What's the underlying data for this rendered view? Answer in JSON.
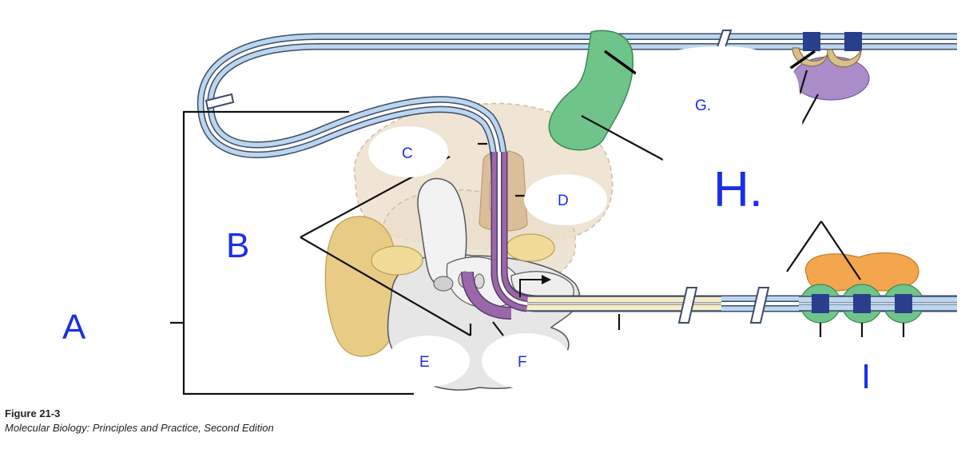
{
  "labels": {
    "A": "A",
    "B": "B",
    "C": "C",
    "D": "D",
    "E": "E",
    "F": "F",
    "G": "G.",
    "H": "H.",
    "I": "I"
  },
  "caption": {
    "title": "Figure 21-3",
    "source_italic": "Molecular Biology: Principles and Practice",
    "source_rest": ", Second Edition"
  },
  "colors": {
    "label_blue": "#1a2ee8",
    "dna_blue": "#bcd6ee",
    "dna_outline": "#3c4c6a",
    "binding_site": "#2a3f8c",
    "activator_green": "#6fc48a",
    "nucleosome_orange": "#f3a64e",
    "mediator_beige": "#efe2d0",
    "tfiid_tan": "#e7d29a",
    "rna_purple": "#9a68a8",
    "transcript_yellow": "#f6edc6",
    "repressor_purple": "#a98cc8",
    "polII_gray": "#e6e6e6"
  }
}
